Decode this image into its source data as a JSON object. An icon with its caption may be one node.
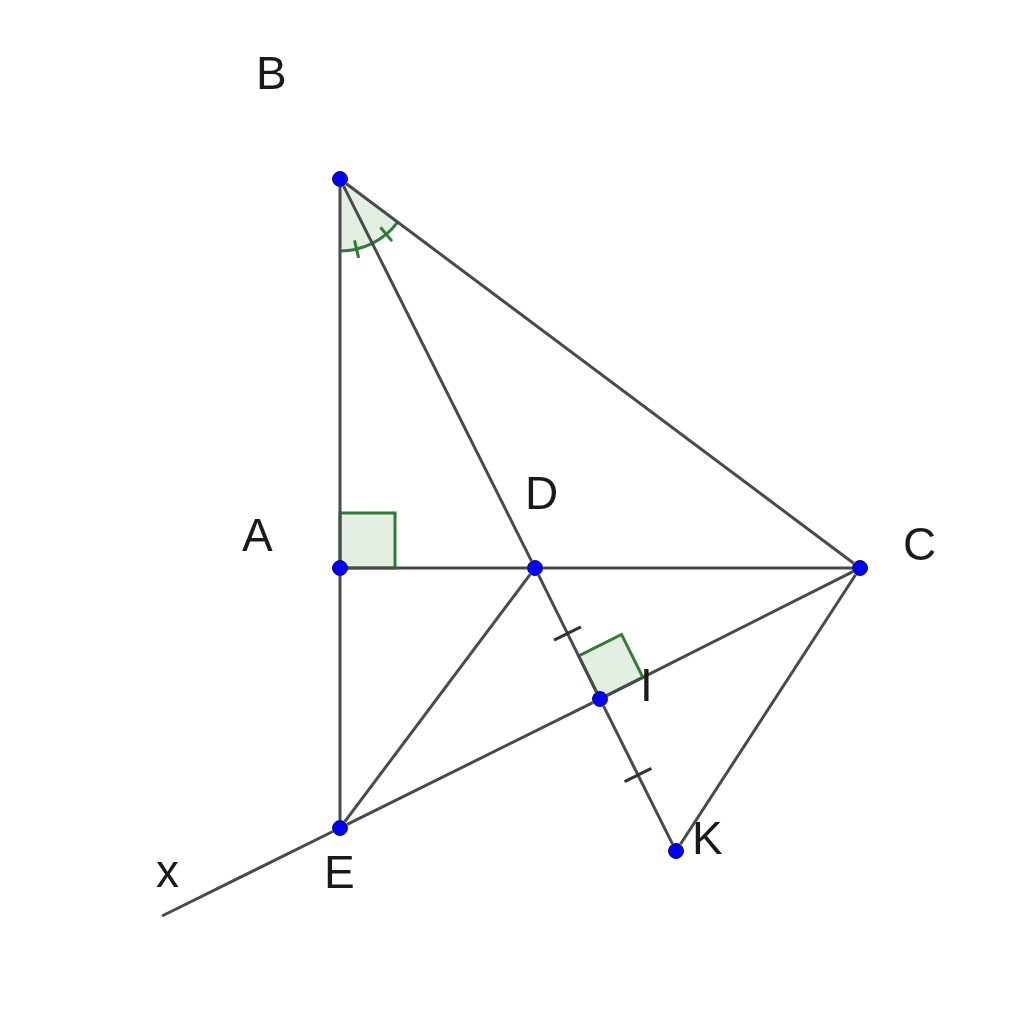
{
  "diagram": {
    "nodes": [
      {
        "text": [
          "B"
        ]
      },
      {
        "text": [
          "A"
        ]
      },
      {
        "text": [
          "D"
        ]
      },
      {
        "text": [
          "C"
        ]
      },
      {
        "text": [
          "I"
        ]
      },
      {
        "text": [
          "E"
        ]
      },
      {
        "text": [
          "K"
        ]
      },
      {
        "text": [
          "x"
        ]
      }
    ],
    "edges": [
      {
        "from": 0,
        "to": 1,
        "arrow": "none"
      },
      {
        "from": 0,
        "to": 2,
        "arrow": "none"
      },
      {
        "from": 0,
        "to": 3,
        "arrow": "none"
      },
      {
        "from": 1,
        "to": 2,
        "arrow": "none"
      },
      {
        "from": 2,
        "to": 3,
        "arrow": "none"
      },
      {
        "from": 1,
        "to": 5,
        "arrow": "none"
      },
      {
        "from": 2,
        "to": 4,
        "arrow": "none"
      },
      {
        "from": 4,
        "to": 6,
        "arrow": "none"
      },
      {
        "from": 2,
        "to": 5,
        "arrow": "none"
      },
      {
        "from": 3,
        "to": 4,
        "arrow": "none"
      },
      {
        "from": 4,
        "to": 5,
        "arrow": "none"
      },
      {
        "from": 5,
        "to": 7,
        "arrow": "none"
      },
      {
        "from": 3,
        "to": 6,
        "arrow": "none"
      }
    ]
  }
}
